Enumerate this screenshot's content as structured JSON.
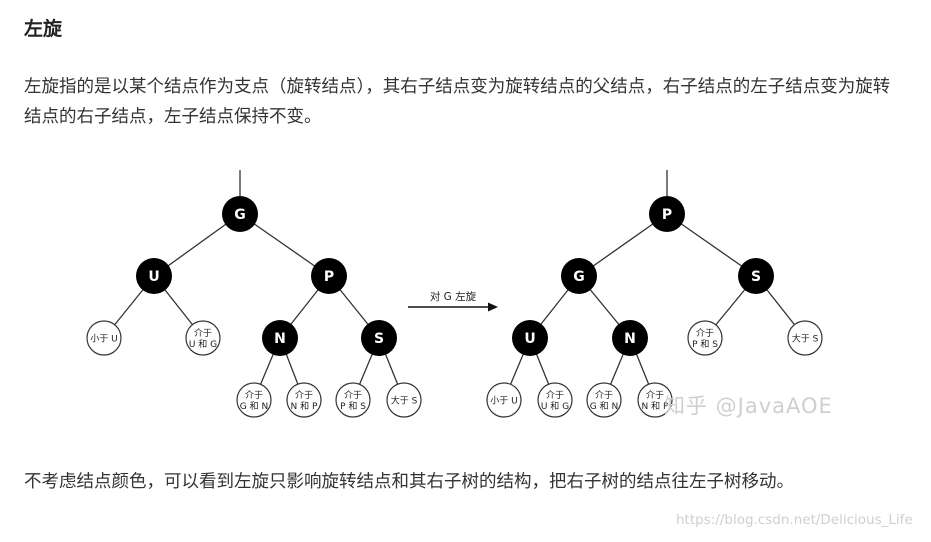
{
  "heading": "左旋",
  "paragraph1": "左旋指的是以某个结点作为支点（旋转结点），其右子结点变为旋转结点的父结点，右子结点的左子结点变为旋转结点的右子结点，左子结点保持不变。",
  "paragraph2": "不考虑结点颜色，可以看到左旋只影响旋转结点和其右子树的结构，把右子树的结点往左子树移动。",
  "diagram": {
    "arrow_label": "对 G 左旋",
    "before": {
      "G": "G",
      "U": "U",
      "P": "P",
      "N": "N",
      "S": "S",
      "lt_u": [
        "小于 U"
      ],
      "ug": [
        "介于",
        "U 和 G"
      ],
      "gn": [
        "介于",
        "G 和 N"
      ],
      "np": [
        "介于",
        "N 和 P"
      ],
      "ps": [
        "介于",
        "P 和 S"
      ],
      "gt_s": [
        "大于 S"
      ]
    },
    "after": {
      "P": "P",
      "G": "G",
      "S": "S",
      "U": "U",
      "N": "N",
      "ps": [
        "介于",
        "P 和 S"
      ],
      "gt_s": [
        "大于 S"
      ],
      "lt_u": [
        "小于 U"
      ],
      "ug": [
        "介于",
        "U 和 G"
      ],
      "gn": [
        "介于",
        "G 和 N"
      ],
      "np": [
        "介于",
        "N 和 P"
      ]
    }
  },
  "watermark_zhihu": "知乎 @JavaAOE",
  "watermark_url": "https://blog.csdn.net/Delicious_Life"
}
